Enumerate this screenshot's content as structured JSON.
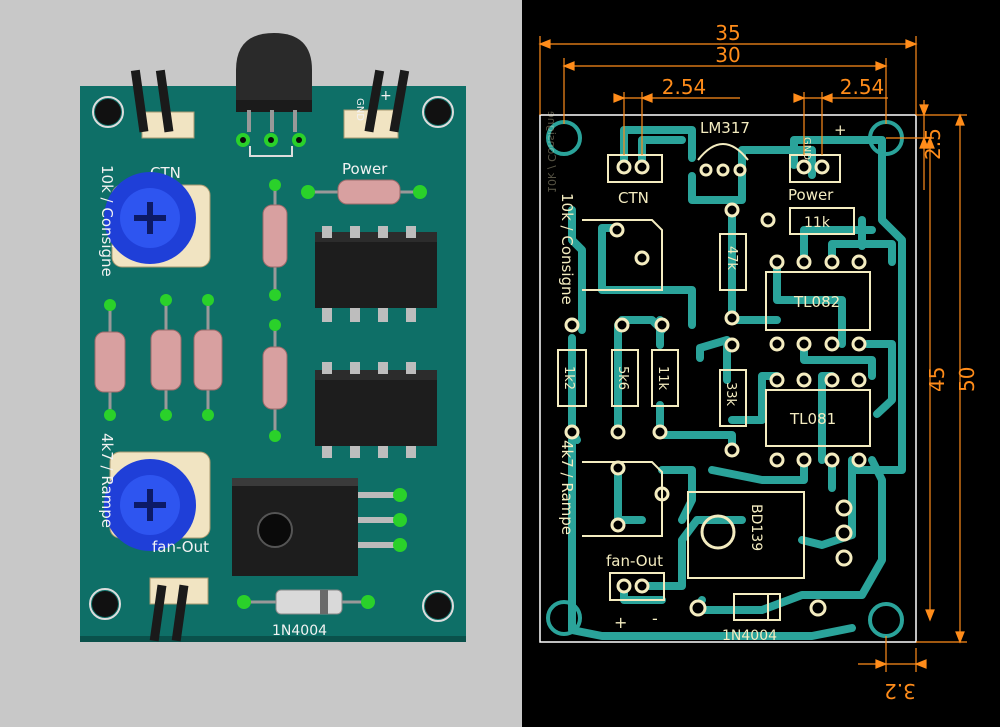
{
  "render3d": {
    "labels": {
      "ctn": "CTN",
      "power": "Power",
      "gnd": "GND",
      "plus": "+",
      "consigne": "10k / Consigne",
      "rampe": "4k7 / Rampe",
      "fanout": "fan-Out",
      "diode": "1N4004"
    }
  },
  "layout": {
    "labels": {
      "lm317": "LM317",
      "ctn": "CTN",
      "power": "Power",
      "gnd": "GND",
      "plus": "+",
      "r11k_top": "11k",
      "r47k": "47k",
      "tl082": "TL082",
      "consigne": "10k / Consigne",
      "consigne_mirror": "10k / Consigne",
      "r1k2": "1k2",
      "r5k6": "5k6",
      "r11k": "11k",
      "r33k": "33k",
      "tl081": "TL081",
      "rampe": "4k7 / Rampe",
      "bd139": "BD139",
      "fanout": "fan-Out",
      "fan_plus": "+",
      "fan_minus": "-",
      "diode": "1N4004"
    },
    "dimensions": {
      "width_total": "35",
      "width_holes": "30",
      "pitch_left": "2.54",
      "pitch_right": "2.54",
      "offset_top": "2.5",
      "height_holes": "45",
      "height_total": "50",
      "offset_bottom": "3.2"
    }
  },
  "colors": {
    "board": "#0e6f67",
    "trace": "#2aa39a",
    "silkscreen": "#f4ecc0",
    "dimension": "#ff8c1a",
    "potentiometer": "#1f3fd8",
    "resistor": "#d8a0a0"
  }
}
